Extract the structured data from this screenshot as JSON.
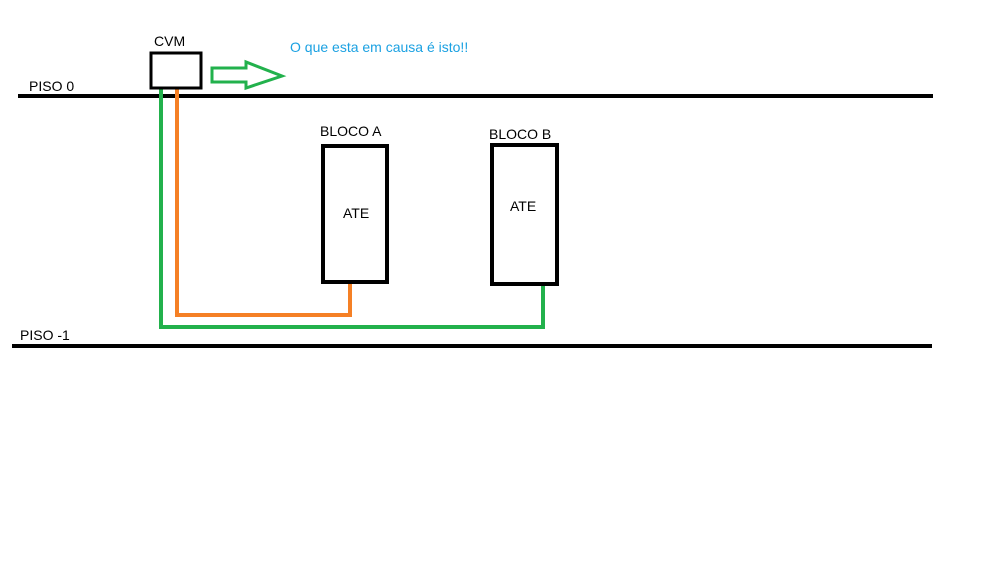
{
  "diagram": {
    "floors": [
      {
        "id": "piso-0",
        "label": "PISO 0"
      },
      {
        "id": "piso-minus-1",
        "label": "PISO -1"
      }
    ],
    "cvm": {
      "label": "CVM"
    },
    "annotation": {
      "text": "O que esta em causa é isto!!",
      "color": "#1ba1e2"
    },
    "blocks": [
      {
        "id": "bloco-a",
        "title": "BLOCO A",
        "inner": "ATE"
      },
      {
        "id": "bloco-b",
        "title": "BLOCO B",
        "inner": "ATE"
      }
    ],
    "cables": [
      {
        "id": "cable-bloco-a",
        "color": "#f58025"
      },
      {
        "id": "cable-bloco-b",
        "color": "#22b14c"
      }
    ],
    "arrow_color": "#22b14c"
  }
}
